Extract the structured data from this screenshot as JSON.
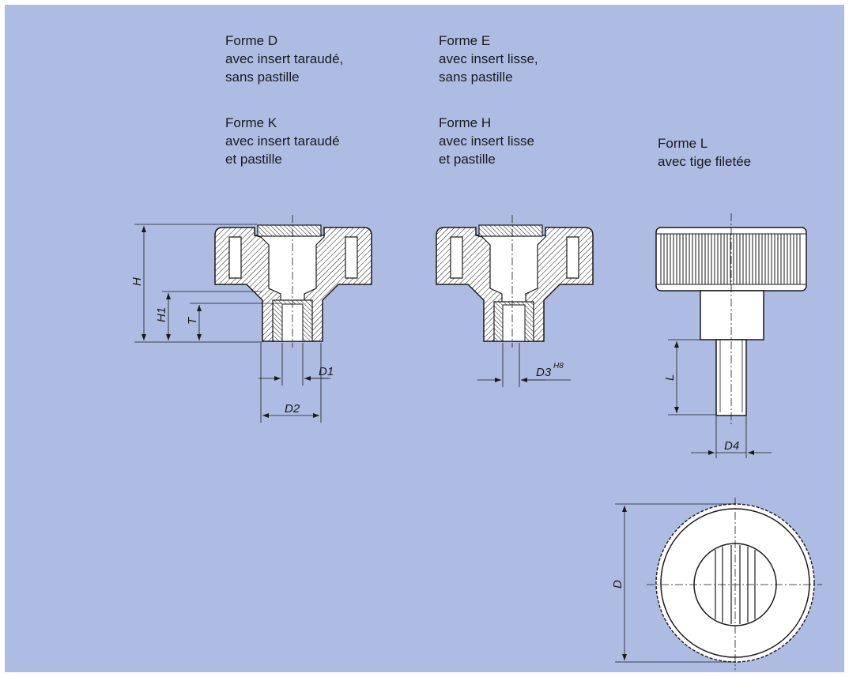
{
  "colors": {
    "background": "#aebce3",
    "line": "#1a1a1a",
    "part_fill": "#ffffff"
  },
  "captions": {
    "form_d": [
      "Forme D",
      "avec insert taraudé,",
      "sans pastille"
    ],
    "form_k": [
      "Forme K",
      "avec insert taraudé",
      "et pastille"
    ],
    "form_e": [
      "Forme E",
      "avec insert lisse,",
      "sans pastille"
    ],
    "form_h": [
      "Forme H",
      "avec insert lisse",
      "et pastille"
    ],
    "form_l": [
      "Forme L",
      "avec tige filetée"
    ]
  },
  "dimensions": {
    "h": "H",
    "h1": "H1",
    "t": "T",
    "d1": "D1",
    "d2": "D2",
    "d3": "D3",
    "d3_tol": "H8",
    "l": "L",
    "d4": "D4",
    "d": "D"
  }
}
